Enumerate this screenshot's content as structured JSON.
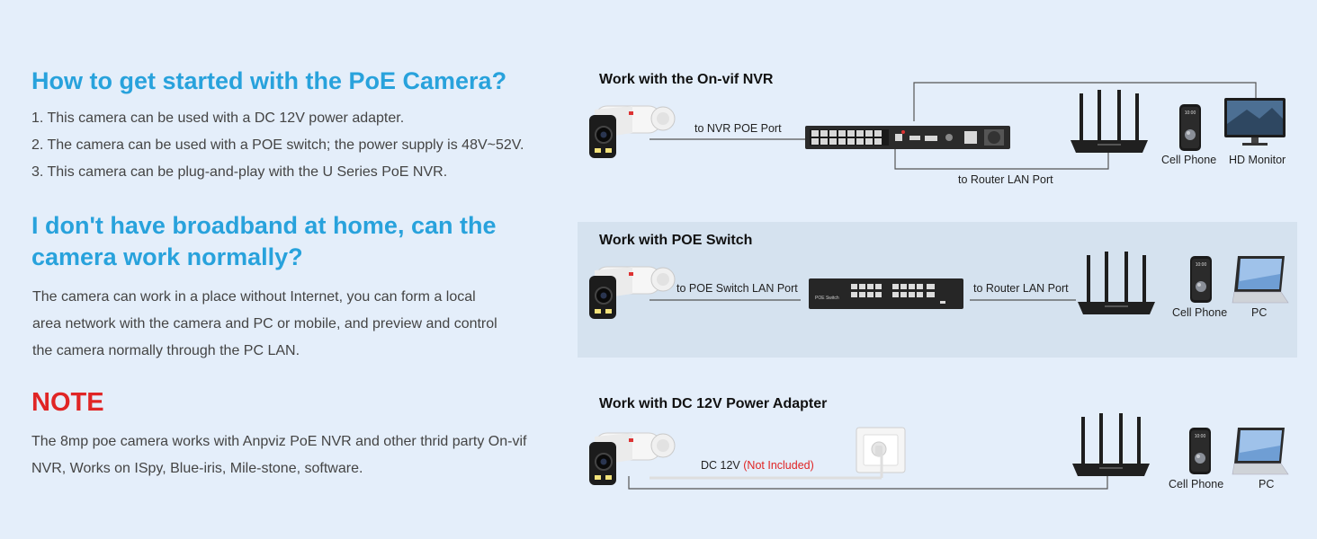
{
  "left": {
    "section1": {
      "title": "How to get started with the PoE Camera?",
      "items": [
        "1. This camera can be used with a DC 12V power adapter.",
        "2. The camera can be used with a POE switch; the power supply is 48V~52V.",
        "3. This camera can be plug-and-play with the U Series PoE NVR."
      ]
    },
    "section2": {
      "title_line1": "I don't have broadband at home, can the",
      "title_line2": "camera work normally?",
      "lines": [
        "The camera can work in a place without Internet, you can form a local",
        "area network with the camera and PC or mobile, and preview and control",
        "the camera normally through the PC LAN."
      ]
    },
    "note": {
      "title": "NOTE",
      "lines": [
        "The 8mp poe camera works with Anpviz PoE NVR and other thrid party On-vif",
        "NVR, Works on ISpy, Blue-iris, Mile-stone, software."
      ]
    }
  },
  "diagrams": {
    "nvr": {
      "title": "Work with the On-vif NVR",
      "camera_link": "to NVR POE Port",
      "router_link": "to Router LAN Port",
      "phone": "Cell Phone",
      "monitor": "HD Monitor",
      "phone_time": "10:00"
    },
    "switch": {
      "title": "Work with POE Switch",
      "camera_link": "to POE Switch LAN Port",
      "router_link": "to Router LAN Port",
      "switch_text": "POE Switch",
      "phone": "Cell Phone",
      "pc": "PC",
      "phone_time": "10:00"
    },
    "dc": {
      "title": "Work with DC 12V Power Adapter",
      "link": "DC 12V",
      "not_included": "(Not Included)",
      "phone": "Cell Phone",
      "pc": "PC",
      "phone_time": "10:00"
    }
  },
  "colors": {
    "background": "#e4eefa",
    "heading_blue": "#28a2dc",
    "note_red": "#e02525",
    "panel": "#d5e2ef"
  }
}
